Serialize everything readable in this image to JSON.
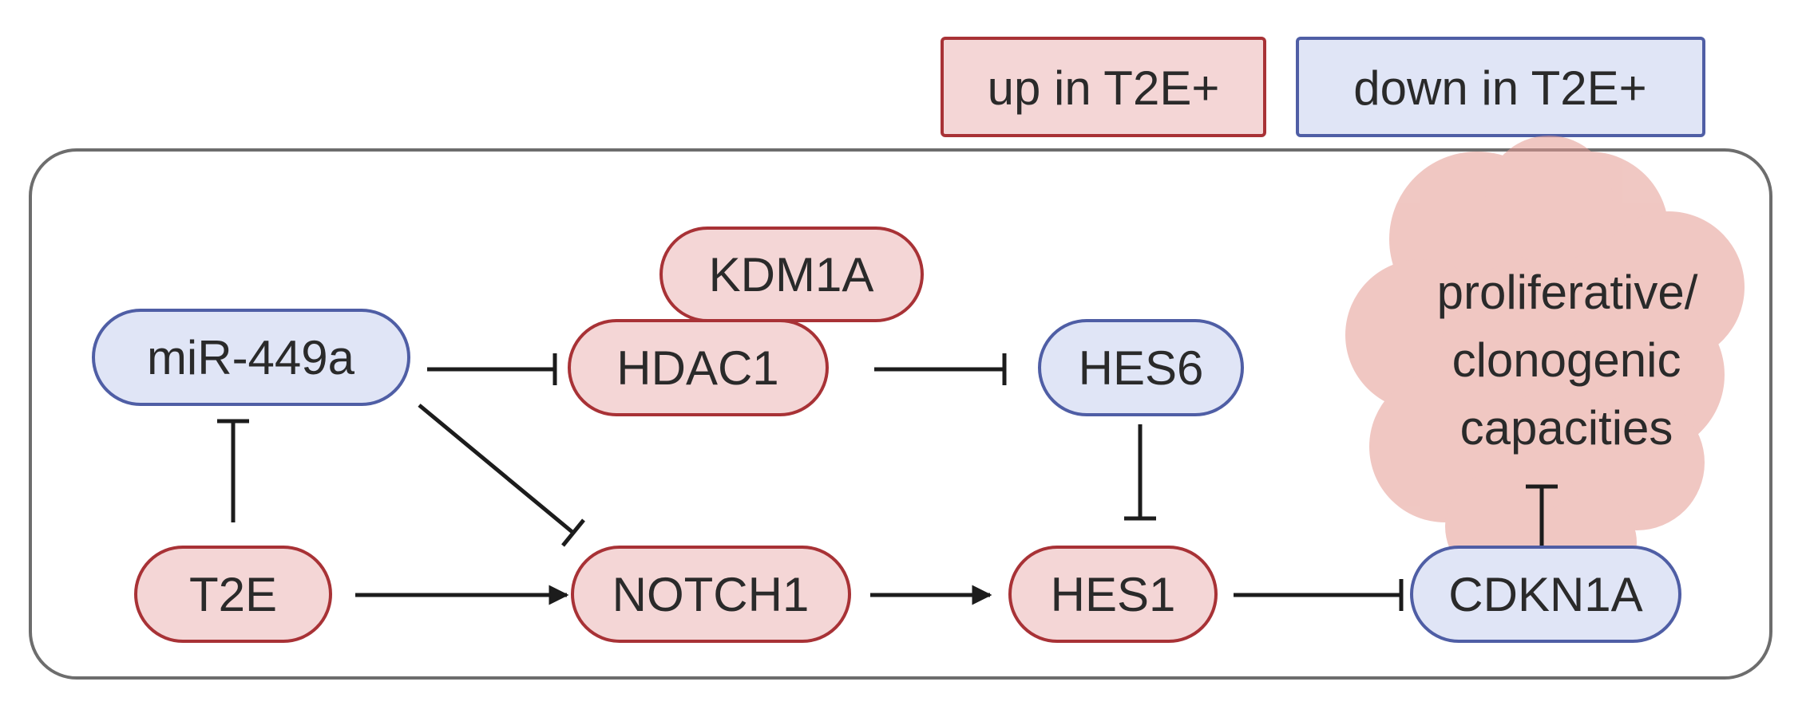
{
  "colors": {
    "up_fill": "#f4d6d6",
    "up_stroke": "#a83236",
    "down_fill": "#e0e5f6",
    "down_stroke": "#4f5ea5",
    "frame_stroke": "#6d6d6d",
    "edge": "#1c1c1c",
    "cell_fill": "#e49a92"
  },
  "legend": {
    "up_label": "up in T2E+",
    "down_label": "down in T2E+"
  },
  "nodes": {
    "mir449a": "miR-449a",
    "kdm1a": "KDM1A",
    "hdac1": "HDAC1",
    "hes6": "HES6",
    "t2e": "T2E",
    "notch1": "NOTCH1",
    "hes1": "HES1",
    "cdkn1a": "CDKN1A"
  },
  "phenotype": {
    "line1": "proliferative/",
    "line2": "clonogenic",
    "line3": "capacities",
    "icon": "cell-cluster-icon"
  },
  "edges": [
    {
      "from": "mir449a",
      "to": "hdac1",
      "type": "inhibition"
    },
    {
      "from": "hdac1",
      "to": "hes6",
      "type": "inhibition"
    },
    {
      "from": "mir449a",
      "to": "notch1",
      "type": "inhibition"
    },
    {
      "from": "t2e",
      "to": "mir449a",
      "type": "inhibition"
    },
    {
      "from": "t2e",
      "to": "notch1",
      "type": "activation"
    },
    {
      "from": "notch1",
      "to": "hes1",
      "type": "activation"
    },
    {
      "from": "hes6",
      "to": "hes1",
      "type": "inhibition"
    },
    {
      "from": "hes1",
      "to": "cdkn1a",
      "type": "inhibition"
    },
    {
      "from": "cdkn1a",
      "to": "phenotype",
      "type": "inhibition"
    }
  ]
}
